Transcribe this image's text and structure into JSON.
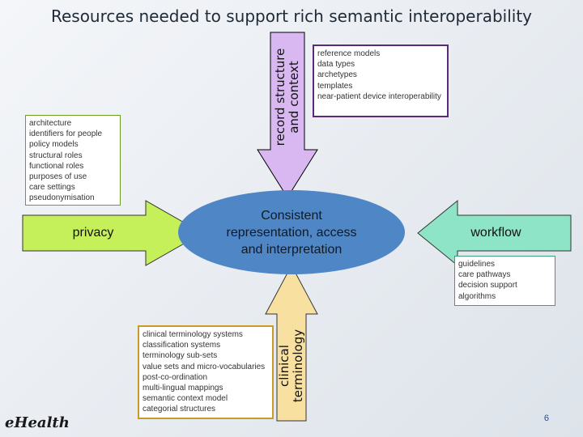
{
  "title": "Resources needed to support rich semantic interoperability",
  "record": {
    "label_line1": "record structure",
    "label_line2": "and context",
    "items": [
      "reference models",
      "data types",
      "archetypes",
      "templates",
      "near-patient device interoperability"
    ]
  },
  "privacy": {
    "label": "privacy",
    "items": [
      "architecture",
      "identifiers for people",
      "policy models",
      "structural roles",
      "functional roles",
      "purposes of use",
      "care settings",
      "pseudonymisation"
    ]
  },
  "center": {
    "line1": "Consistent",
    "line2": "representation, access",
    "line3": "and interpretation"
  },
  "workflow": {
    "label": "workflow",
    "items": [
      "guidelines",
      "care pathways",
      "decision support",
      "algorithms"
    ]
  },
  "terminology": {
    "label_line1": "clinical",
    "label_line2": "terminology",
    "items": [
      "clinical terminology systems",
      "classification systems",
      "terminology sub-sets",
      "value sets and micro-vocabularies",
      "post-co-ordination",
      "multi-lingual mappings",
      "semantic context model",
      "categorial structures"
    ]
  },
  "logo": {
    "text": "eHealth"
  },
  "page_number": "6",
  "colors": {
    "record_arrow": "#d9b8f2",
    "privacy_arrow": "#c6f05a",
    "workflow_arrow": "#8ee4c6",
    "terminology_arrow": "#f7e0a0",
    "center_ellipse": "#4f86c6",
    "record_box_border": "#5a2a7a",
    "privacy_box_border": "#6e9e1e",
    "workflow_box_border": "#3aa07a",
    "terminology_box_border": "#c89a2a"
  }
}
